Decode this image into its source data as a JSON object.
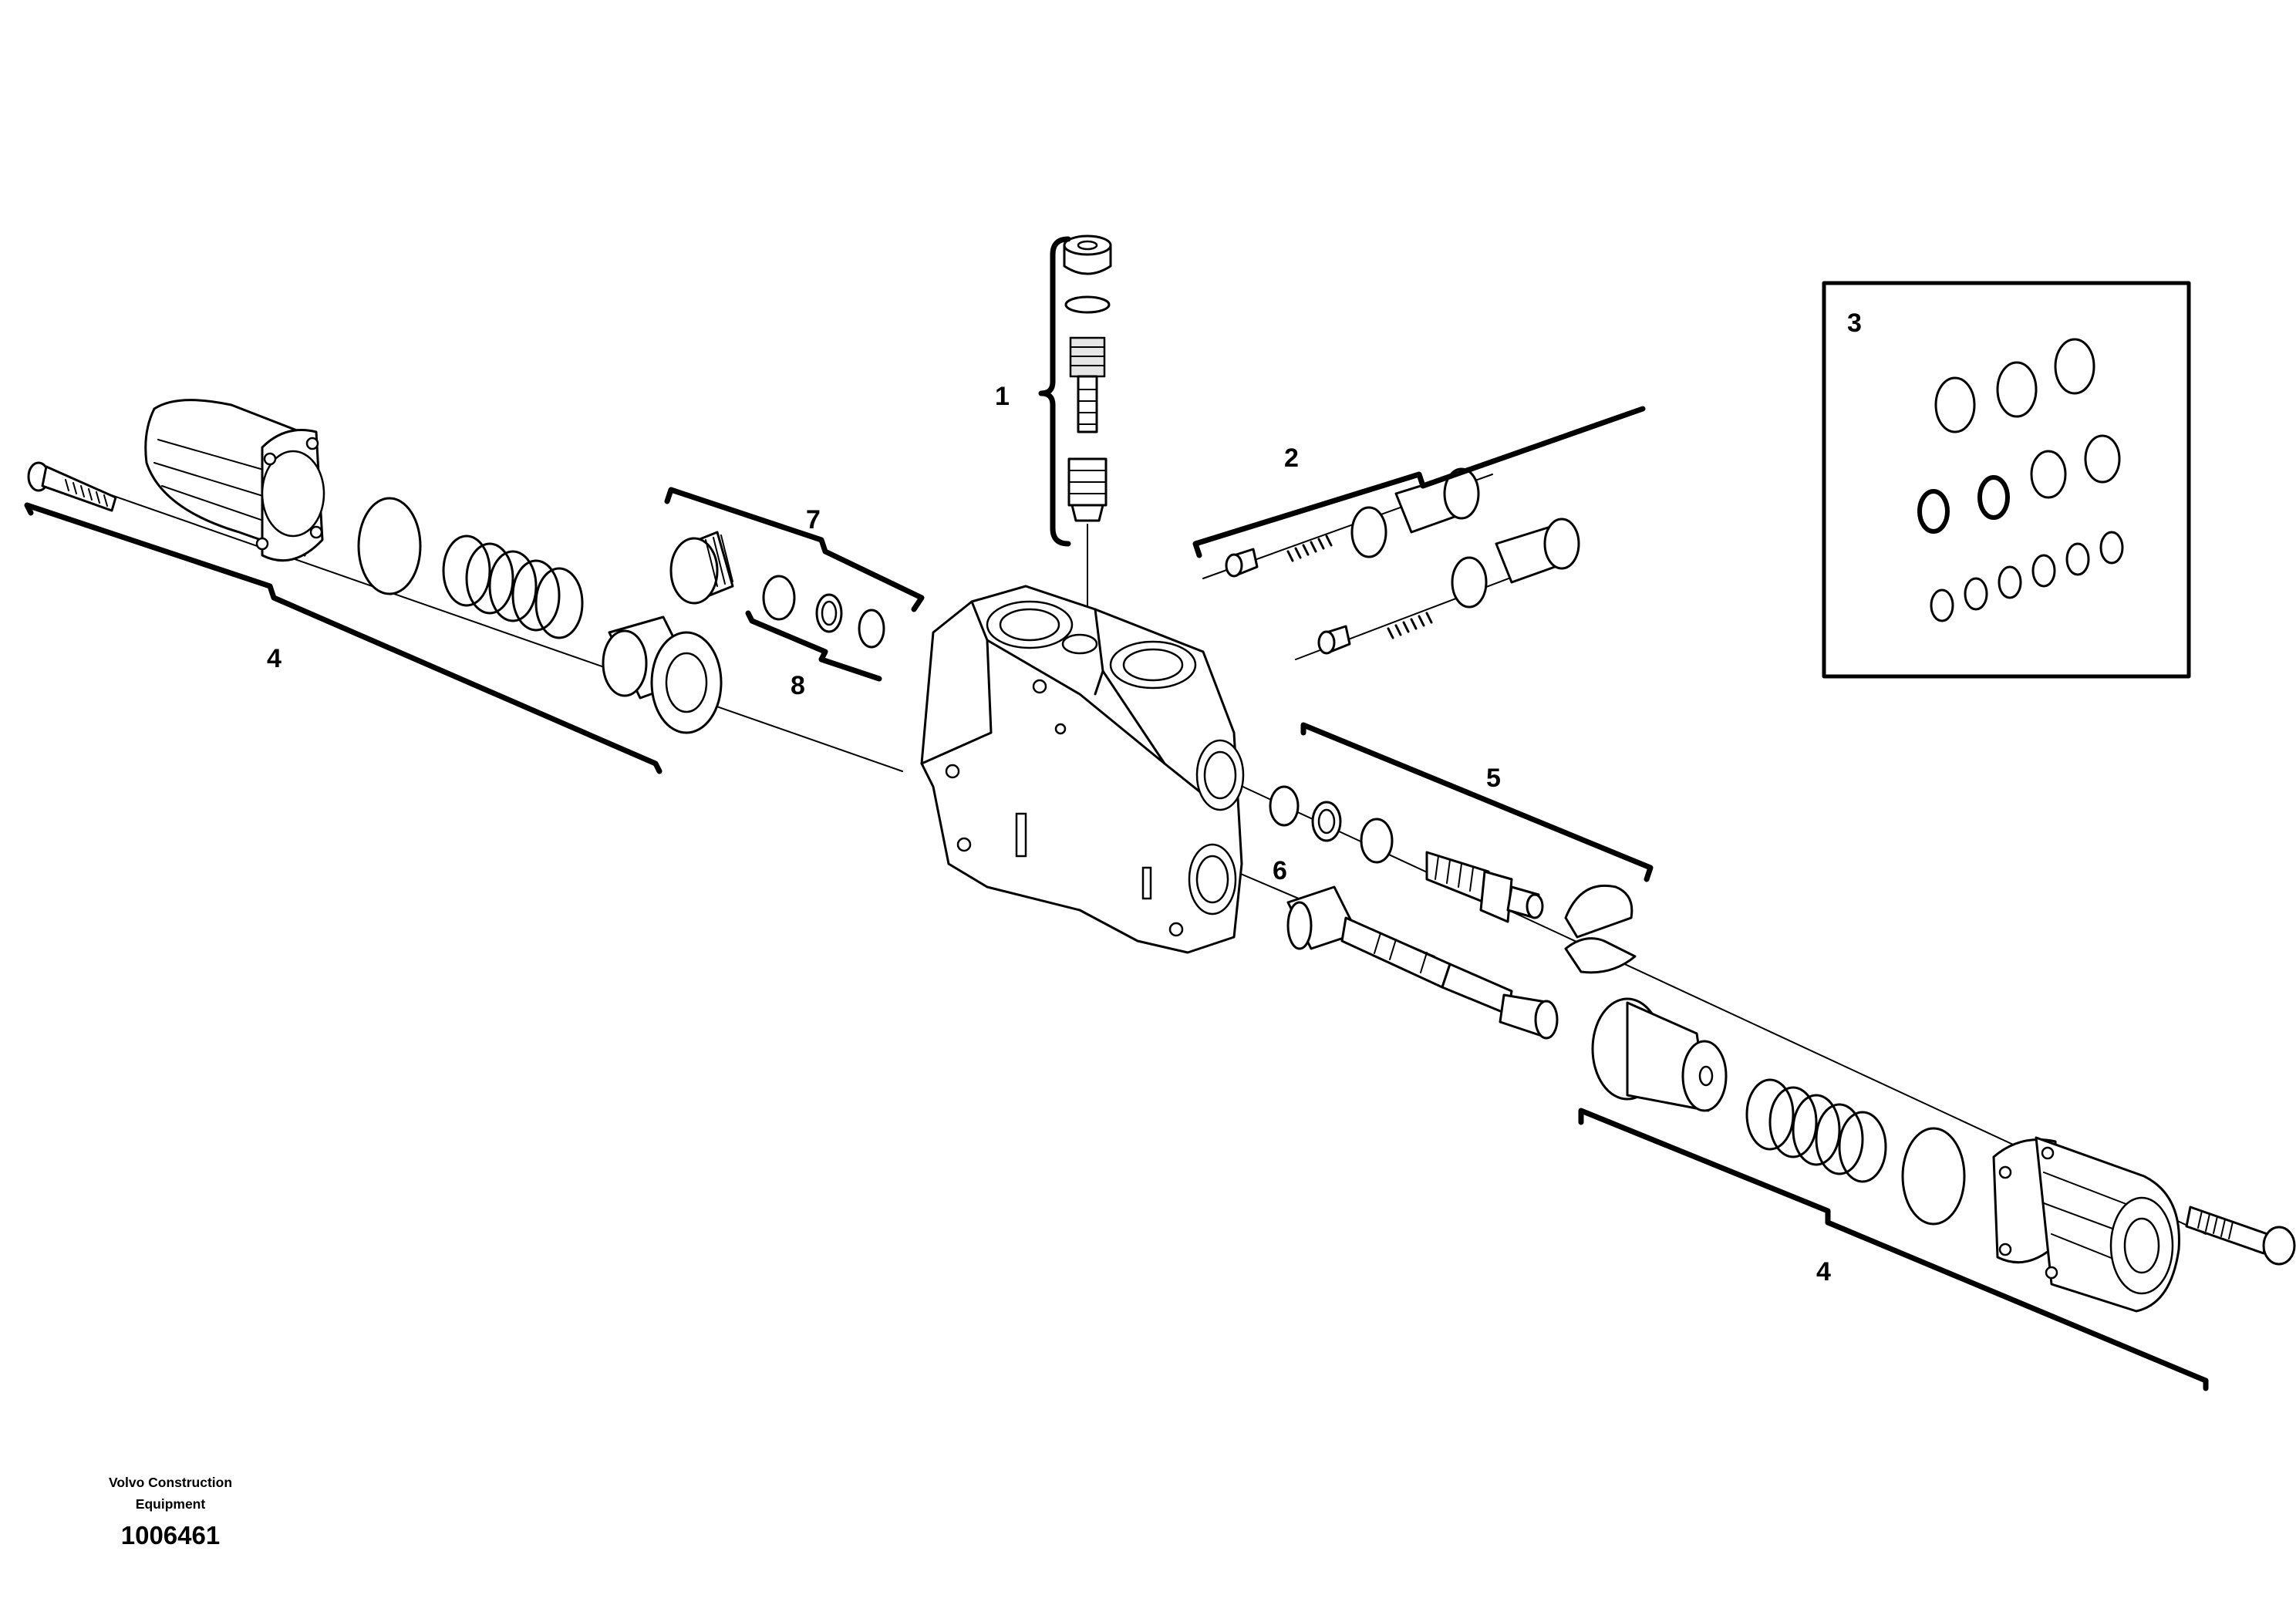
{
  "callouts": [
    {
      "id": "1",
      "label": "1"
    },
    {
      "id": "2",
      "label": "2"
    },
    {
      "id": "3",
      "label": "3"
    },
    {
      "id": "4a",
      "label": "4"
    },
    {
      "id": "4b",
      "label": "4"
    },
    {
      "id": "5",
      "label": "5"
    },
    {
      "id": "6",
      "label": "6"
    },
    {
      "id": "7",
      "label": "7"
    },
    {
      "id": "8",
      "label": "8"
    }
  ],
  "footer": {
    "credit_line1": "Volvo Construction",
    "credit_line2": "Equipment",
    "drawing_number": "1006461"
  }
}
